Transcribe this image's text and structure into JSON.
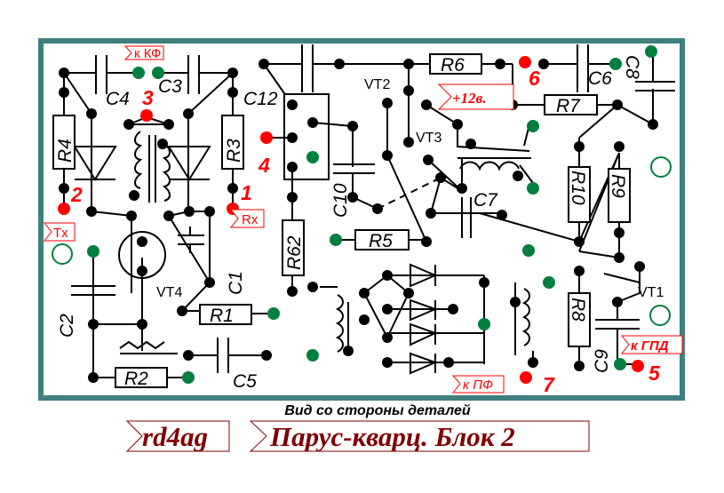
{
  "board": {
    "border_color": "#3f7f7f",
    "components": {
      "C4": "C4",
      "C3": "C3",
      "C12": "C12",
      "R4": "R4",
      "R3": "R3",
      "VT2": "VT2",
      "VT3": "VT3",
      "R6": "R6",
      "R7": "R7",
      "C6": "C6",
      "C8": "C8",
      "R10": "R10",
      "R9": "R9",
      "C7": "C7",
      "R5": "R5",
      "R62": "R62",
      "C10": "C10",
      "C1": "C1",
      "VT4": "VT4",
      "R1": "R1",
      "C2": "C2",
      "R2": "R2",
      "C5": "C5",
      "R8": "R8",
      "C9": "C9",
      "VT1": "VT1"
    },
    "pins": {
      "p1": "1",
      "p2": "2",
      "p3": "3",
      "p4": "4",
      "p5": "5",
      "p6": "6",
      "p7": "7"
    },
    "connectors": {
      "kf": "к КФ",
      "tx": "Tx",
      "rx": "Rx",
      "plus12": "+12в.",
      "gpd": "к ГПД",
      "pf": "к ПФ"
    },
    "colors": {
      "pad": "#000000",
      "ground_pad": "#007f3f",
      "pin": "#ff0000",
      "title": "#800000"
    }
  },
  "caption": "Вид со стороны деталей",
  "author": "rd4ag",
  "title": "Парус-кварц. Блок 2"
}
